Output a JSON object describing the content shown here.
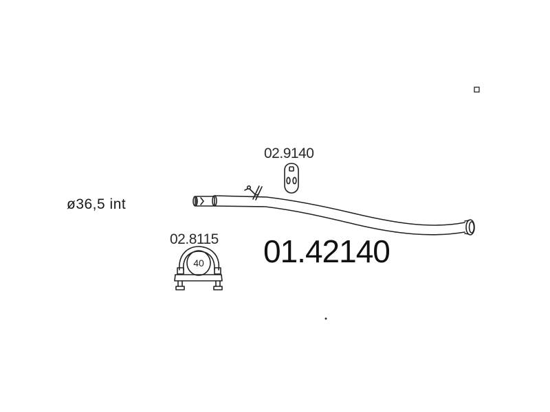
{
  "diagram": {
    "main_part_code": "01.42140",
    "diameter_label": "ø36,5  int",
    "hanger": {
      "code": "02.9140",
      "icon": "rubber-hanger-icon"
    },
    "clamp": {
      "code": "02.8115",
      "size": "40",
      "icon": "u-bolt-clamp-icon"
    },
    "pipe": {
      "icon": "exhaust-pipe-icon"
    }
  }
}
